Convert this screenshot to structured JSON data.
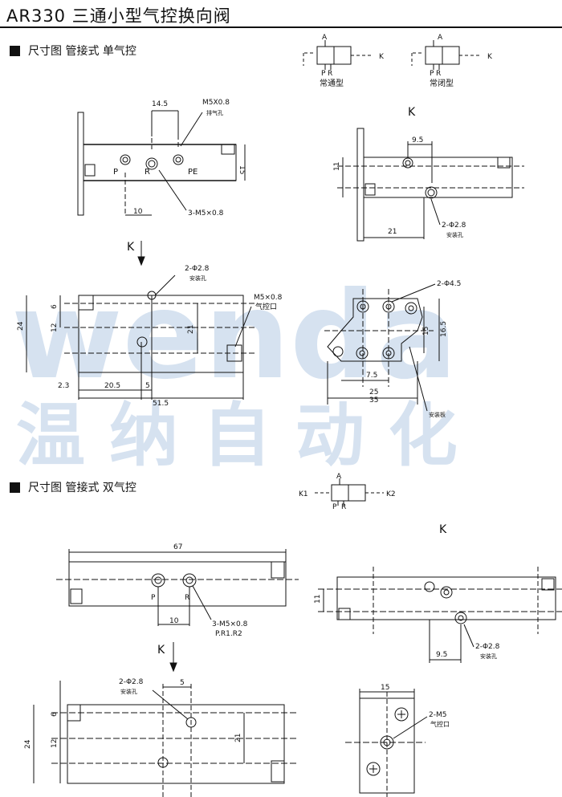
{
  "title": "AR330 三通小型气控换向阀",
  "section1": {
    "label": "尺寸图 管接式 单气控"
  },
  "section2": {
    "label": "尺寸图 管接式 双气控"
  },
  "symbols": {
    "port_a": "A",
    "port_k": "K",
    "port_p": "P",
    "port_r": "R",
    "port_k1": "K1",
    "port_k2": "K2",
    "normally_open": "常通型",
    "normally_closed": "常闭型"
  },
  "view_k": "K",
  "dims": {
    "d14_5": "14.5",
    "m5_exhaust": "M5X0.8",
    "exhaust_hole": "排气孔",
    "p": "P",
    "r": "R",
    "pe": "PE",
    "d15": "15",
    "d10": "10",
    "m5_3": "3-M5×0.8",
    "d9_5": "9.5",
    "d11": "11",
    "d21": "21",
    "phi28_2": "2-Φ2.8",
    "mount_hole": "安装孔",
    "d6": "6",
    "d24": "24",
    "d12": "12",
    "m5_pilot": "M5×0.8",
    "pilot_port": "气控口",
    "d2_3": "2.3",
    "d20_5": "20.5",
    "d5": "5",
    "d51_5": "51.5",
    "phi45_2": "2-Φ4.5",
    "d16_5": "16.5",
    "d7_5": "7.5",
    "d25": "25",
    "d35": "35",
    "mount_plate": "安装板",
    "d67": "67",
    "pr1r2": "P.R1.R2",
    "m5_2": "2-M5"
  },
  "watermark": {
    "brand": "wenda",
    "cn": "温 纳 自 动 化",
    "color": "#bcd0e6"
  }
}
